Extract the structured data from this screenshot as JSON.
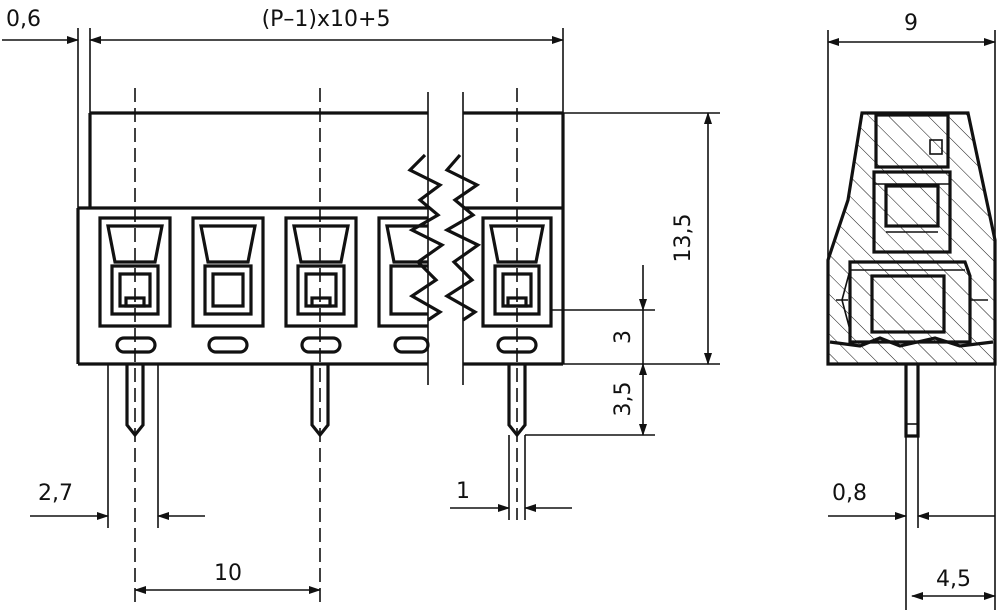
{
  "drawing": {
    "dimensions": {
      "pitch_offset": "0,6",
      "overall_length": "(P–1)x10+5",
      "depth": "9",
      "height": "13,5",
      "wire_entry": "3",
      "pin_length": "3,5",
      "edge_to_pin": "2,7",
      "pin_width": "1",
      "pitch": "10",
      "pin_thickness": "0,8",
      "pin_offset": "4,5"
    },
    "colors": {
      "line": "#111111",
      "background": "#ffffff"
    }
  }
}
